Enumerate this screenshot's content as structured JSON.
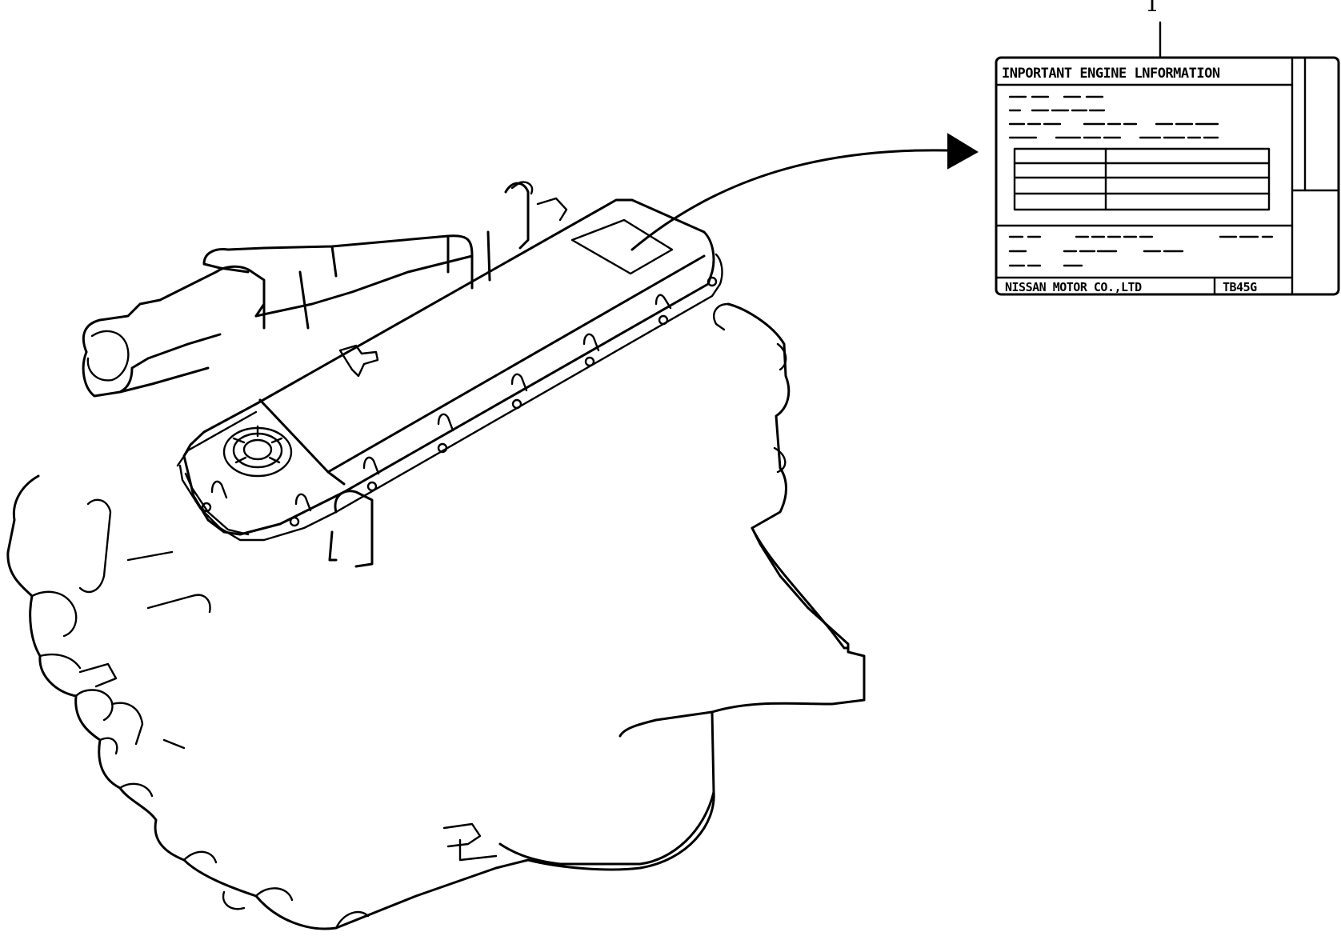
{
  "diagram": {
    "callout": {
      "number": "1"
    },
    "label": {
      "title": "INPORTANT ENGINE LNFORMATION",
      "maker": "NISSAN MOTOR CO.,LTD",
      "engine_code": "TB45G"
    },
    "colors": {
      "line": "#000000",
      "background": "#ffffff"
    }
  }
}
